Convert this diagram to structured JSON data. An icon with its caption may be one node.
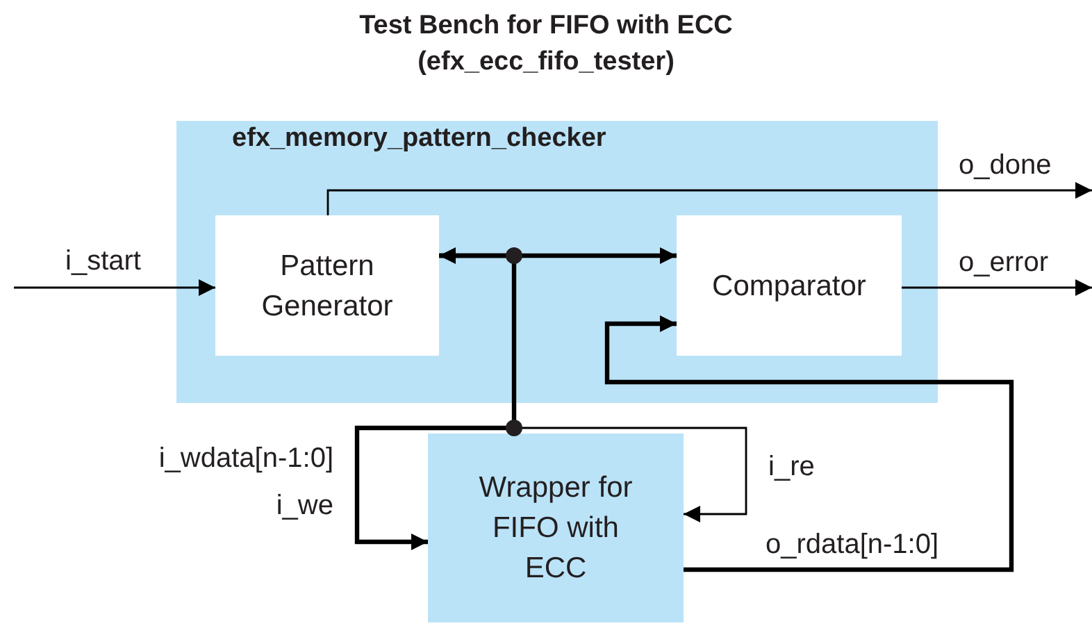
{
  "diagram": {
    "title": "Test Bench for FIFO with ECC (efx_ecc_fifo_tester)",
    "nodes": [
      {
        "text": [
          "efx_memory_pattern_checker"
        ]
      },
      {
        "text": [
          "Pattern Generator"
        ],
        "in": 0
      },
      {
        "text": [
          "Comparator"
        ],
        "in": 0
      },
      {
        "text": [
          "Wrapper for FIFO with ECC"
        ]
      }
    ],
    "edges": [
      {
        "from": null,
        "to": 1,
        "arrow": "to",
        "label": "i_start"
      },
      {
        "from": 1,
        "to": null,
        "arrow": "to",
        "label": "o_done"
      },
      {
        "from": 2,
        "to": null,
        "arrow": "to",
        "label": "o_error"
      },
      {
        "from": 1,
        "to": 2,
        "arrow": "both",
        "style": "thick"
      },
      {
        "from": 1,
        "to": 3,
        "arrow": "to",
        "style": "thick"
      },
      {
        "from": 1,
        "to": 3,
        "arrow": "to",
        "label": "i_re"
      },
      {
        "from": 3,
        "to": 2,
        "arrow": "to",
        "style": "thick",
        "label": "o_rdata[n-1:0]"
      }
    ],
    "labels": [
      "i_wdata[n-1:0]",
      "i_we"
    ]
  }
}
